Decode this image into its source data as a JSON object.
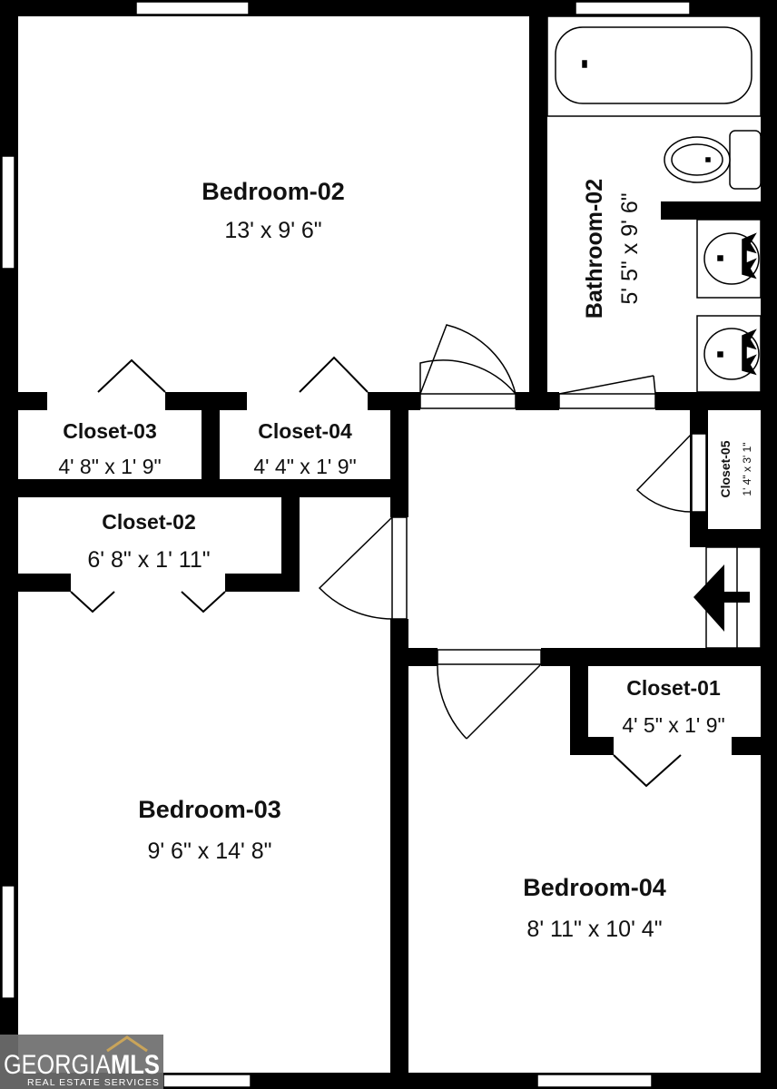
{
  "rooms": {
    "bedroom_02": {
      "name": "Bedroom-02",
      "dims": "13' x 9' 6\""
    },
    "bathroom_02": {
      "name": "Bathroom-02",
      "dims": "5' 5\" x 9' 6\""
    },
    "closet_03": {
      "name": "Closet-03",
      "dims": "4' 8\" x 1' 9\""
    },
    "closet_04": {
      "name": "Closet-04",
      "dims": "4' 4\" x 1' 9\""
    },
    "closet_05": {
      "name": "Closet-05",
      "dims": "1' 4\" x 3' 1\""
    },
    "closet_02": {
      "name": "Closet-02",
      "dims": "6' 8\" x 1' 11\""
    },
    "closet_01": {
      "name": "Closet-01",
      "dims": "4' 5\" x 1' 9\""
    },
    "bedroom_03": {
      "name": "Bedroom-03",
      "dims": "9' 6\" x 14' 8\""
    },
    "bedroom_04": {
      "name": "Bedroom-04",
      "dims": "8' 11\" x 10' 4\""
    }
  },
  "logo": {
    "main_left": "GEORGIA",
    "main_right": "MLS",
    "sub": "REAL ESTATE SERVICES"
  },
  "colors": {
    "wall": "#000000",
    "background": "#ffffff",
    "logo_bg": "#6e6e6e"
  }
}
